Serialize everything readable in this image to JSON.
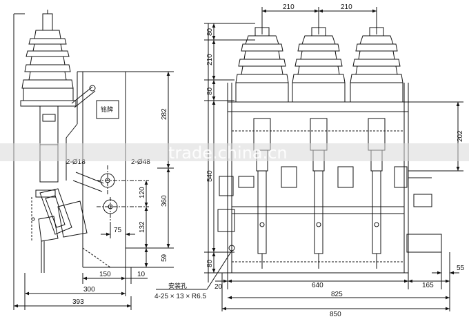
{
  "watermark": {
    "text": "trade.china.cn"
  },
  "side_view": {
    "nameplate": "铭牌",
    "hole_left": "2-Ø18",
    "hole_right": "2-Ø48",
    "dims": {
      "d282": "282",
      "d360": "360",
      "d120": "120",
      "d132": "132",
      "d59": "59",
      "d75": "75",
      "d150": "150",
      "d10": "10",
      "d300": "300",
      "d393": "393"
    }
  },
  "front_view": {
    "mount_hole_title": "安装孔",
    "mount_hole_spec": "4-25 × 13 × R6.5",
    "dims": {
      "top_left": "210",
      "top_right": "210",
      "v80_top": "80",
      "v210": "210",
      "v80_mid": "80",
      "v540": "540",
      "v80_bot": "80",
      "v202": "202",
      "h20": "20",
      "h640": "640",
      "h165": "165",
      "h55": "55",
      "h825": "825",
      "h850": "850"
    }
  }
}
